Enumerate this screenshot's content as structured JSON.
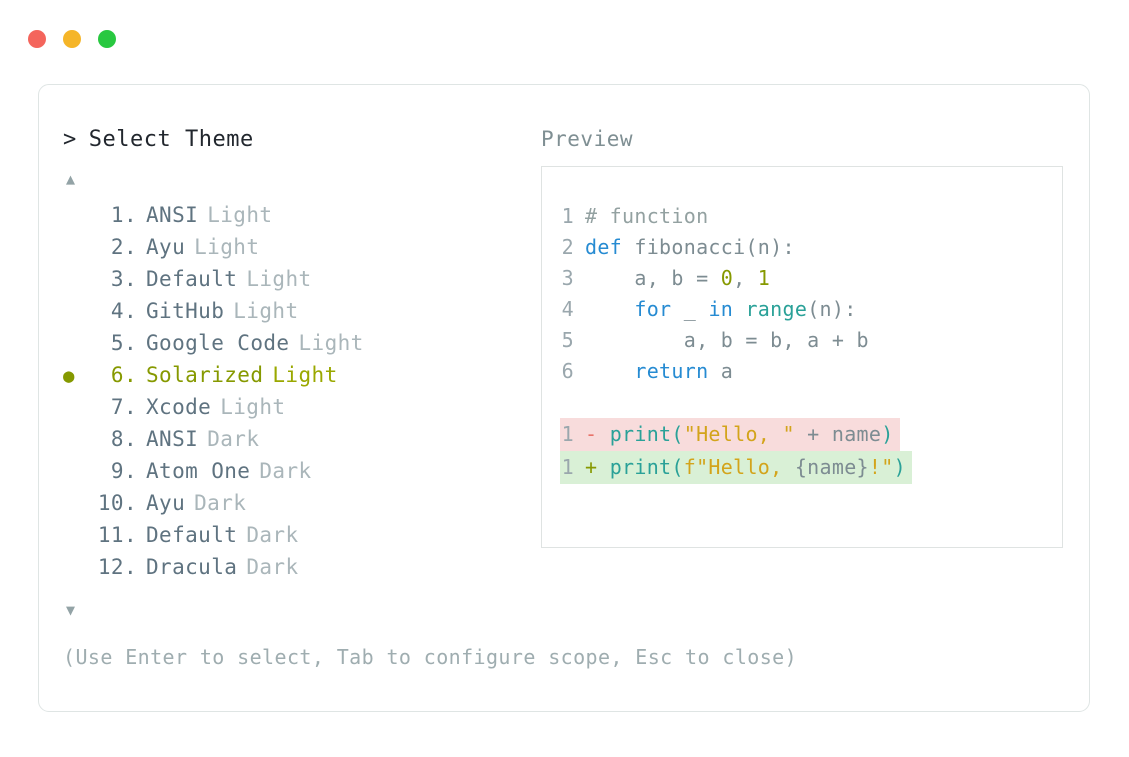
{
  "window": {
    "traffic_lights": [
      {
        "name": "close",
        "color": "#f4655c"
      },
      {
        "name": "minimize",
        "color": "#f5b528"
      },
      {
        "name": "maximize",
        "color": "#28c840"
      }
    ]
  },
  "picker": {
    "prompt_caret": ">",
    "title": "Select Theme",
    "scroll_up_icon": "▲",
    "scroll_down_icon": "▼",
    "selected_index": 6,
    "selected_bullet": "●",
    "selected_color": "#869900",
    "items": [
      {
        "index": "1.",
        "name": "ANSI",
        "variant": "Light",
        "selected": false,
        "bullet": ""
      },
      {
        "index": "2.",
        "name": "Ayu",
        "variant": "Light",
        "selected": false,
        "bullet": ""
      },
      {
        "index": "3.",
        "name": "Default",
        "variant": "Light",
        "selected": false,
        "bullet": ""
      },
      {
        "index": "4.",
        "name": "GitHub",
        "variant": "Light",
        "selected": false,
        "bullet": ""
      },
      {
        "index": "5.",
        "name": "Google Code",
        "variant": "Light",
        "selected": false,
        "bullet": ""
      },
      {
        "index": "6.",
        "name": "Solarized",
        "variant": "Light",
        "selected": true,
        "bullet": "●"
      },
      {
        "index": "7.",
        "name": "Xcode",
        "variant": "Light",
        "selected": false,
        "bullet": ""
      },
      {
        "index": "8.",
        "name": "ANSI",
        "variant": "Dark",
        "selected": false,
        "bullet": ""
      },
      {
        "index": "9.",
        "name": "Atom One",
        "variant": "Dark",
        "selected": false,
        "bullet": ""
      },
      {
        "index": "10.",
        "name": "Ayu",
        "variant": "Dark",
        "selected": false,
        "bullet": ""
      },
      {
        "index": "11.",
        "name": "Default",
        "variant": "Dark",
        "selected": false,
        "bullet": ""
      },
      {
        "index": "12.",
        "name": "Dracula",
        "variant": "Dark",
        "selected": false,
        "bullet": ""
      }
    ]
  },
  "preview": {
    "label": "Preview",
    "code_lines": [
      {
        "no": "1",
        "tokens": [
          {
            "t": "# function",
            "c": "comment"
          }
        ]
      },
      {
        "no": "2",
        "tokens": [
          {
            "t": "def ",
            "c": "kw"
          },
          {
            "t": "fibonacci",
            "c": "fn"
          },
          {
            "t": "(n):",
            "c": "plain"
          }
        ]
      },
      {
        "no": "3",
        "tokens": [
          {
            "t": "    a, b = ",
            "c": "plain"
          },
          {
            "t": "0",
            "c": "num"
          },
          {
            "t": ", ",
            "c": "plain"
          },
          {
            "t": "1",
            "c": "num"
          }
        ]
      },
      {
        "no": "4",
        "tokens": [
          {
            "t": "    ",
            "c": "plain"
          },
          {
            "t": "for",
            "c": "kw"
          },
          {
            "t": " _ ",
            "c": "plain"
          },
          {
            "t": "in",
            "c": "kw"
          },
          {
            "t": " ",
            "c": "plain"
          },
          {
            "t": "range",
            "c": "builtin"
          },
          {
            "t": "(n):",
            "c": "plain"
          }
        ]
      },
      {
        "no": "5",
        "tokens": [
          {
            "t": "        a, b = b, a + b",
            "c": "plain"
          }
        ]
      },
      {
        "no": "6",
        "tokens": [
          {
            "t": "    ",
            "c": "plain"
          },
          {
            "t": "return",
            "c": "kw"
          },
          {
            "t": " a",
            "c": "plain"
          }
        ]
      }
    ],
    "diff_lines": [
      {
        "kind": "del",
        "no": "1",
        "sign": "-",
        "tokens": [
          {
            "t": "print",
            "c": "builtin"
          },
          {
            "t": "(",
            "c": "punc"
          },
          {
            "t": "\"Hello, \"",
            "c": "str"
          },
          {
            "t": " + ",
            "c": "op"
          },
          {
            "t": "name",
            "c": "plain"
          },
          {
            "t": ")",
            "c": "punc"
          }
        ]
      },
      {
        "kind": "add",
        "no": "1",
        "sign": "+",
        "tokens": [
          {
            "t": "print",
            "c": "builtin"
          },
          {
            "t": "(",
            "c": "punc"
          },
          {
            "t": "f",
            "c": "str"
          },
          {
            "t": "\"Hello, ",
            "c": "str"
          },
          {
            "t": "{name}",
            "c": "plain"
          },
          {
            "t": "!\"",
            "c": "str"
          },
          {
            "t": ")",
            "c": "punc"
          }
        ]
      }
    ],
    "diff_del_bg": "#f8dcdc",
    "diff_add_bg": "#d9f0d6"
  },
  "hint": "(Use Enter to select, Tab to configure scope, Esc to close)"
}
